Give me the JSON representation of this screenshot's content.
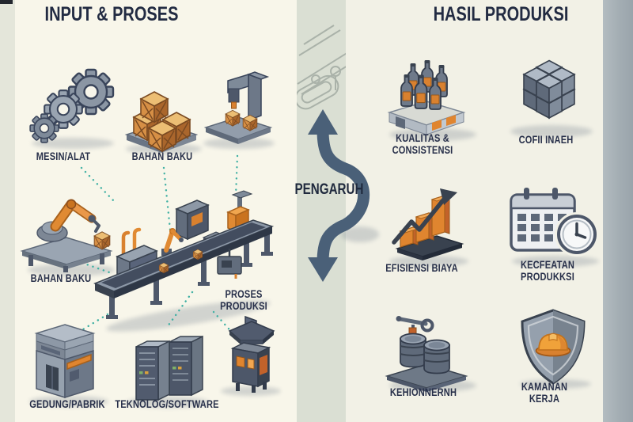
{
  "left_panel": {
    "title": "INPUT & PROSES",
    "items": [
      {
        "id": "mesin-alat",
        "label": "MESIN/ALAT",
        "icon": "gears-icon"
      },
      {
        "id": "bahan-baku-crates",
        "label": "BAHAN BAKU",
        "icon": "wooden-crates-icon"
      },
      {
        "id": "mesin-press",
        "label": "",
        "icon": "drill-press-machine-icon"
      },
      {
        "id": "bahan-baku-robot",
        "label": "BAHAN BAKU",
        "icon": "robot-arm-icon"
      },
      {
        "id": "proses-produksi",
        "lines": [
          "PROSES",
          "PRODUKSI"
        ],
        "icon": "assembly-line-icon"
      },
      {
        "id": "gedung-pabrik",
        "label": "GEDUNG/PABRIK",
        "icon": "factory-building-icon"
      },
      {
        "id": "teknolog-software",
        "label": "TEKNOLOG/SOFTWARE",
        "icon": "server-racks-icon"
      },
      {
        "id": "furnace",
        "label": "",
        "icon": "furnace-machine-icon"
      }
    ]
  },
  "center": {
    "label": "PENGARUH",
    "icon": "two-way-curved-arrow-icon"
  },
  "right_panel": {
    "title": "HASIL PRODUKSI",
    "items": [
      {
        "id": "kualitas-konsistensi",
        "lines": [
          "KUALITAS &",
          "CONSISTENSI"
        ],
        "icon": "bottles-on-platform-icon"
      },
      {
        "id": "cofii-inaeh",
        "label": "COFII INAEH",
        "icon": "stacked-blocks-icon"
      },
      {
        "id": "efisiensi-biaya",
        "label": "EFISIENSI BIAYA",
        "icon": "growth-bar-chart-icon"
      },
      {
        "id": "kecepatan-produksi",
        "lines": [
          "KECFEATAN",
          "PRODUKKSI"
        ],
        "icon": "calendar-clock-icon"
      },
      {
        "id": "kehionnernh",
        "label": "KEHIONNERNH",
        "icon": "barrels-valve-icon"
      },
      {
        "id": "keamanan-kerja",
        "lines": [
          "KAMANAN",
          "KERJA"
        ],
        "icon": "shield-hardhat-icon"
      }
    ]
  },
  "colors": {
    "accent_orange": "#e0852f",
    "connector_teal": "#3fb0a3",
    "arrow_slate": "#4a6078",
    "ink_navy": "#232c44",
    "panel_left_bg": "#f8f6ea",
    "panel_right_bg": "#f2f1e6",
    "center_strip_bg": "#dadfd3",
    "page_edge_right": "#9aa4ab",
    "icon_gray_blue": "#6d7888"
  }
}
